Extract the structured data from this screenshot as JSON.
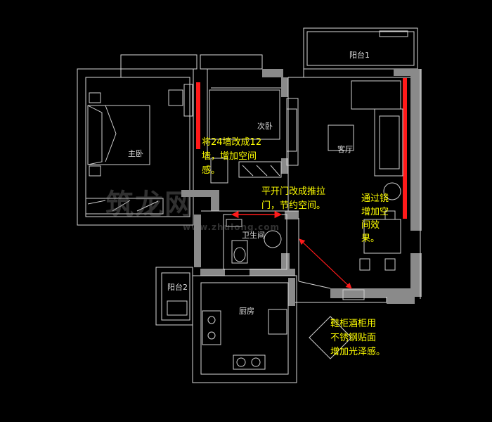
{
  "rooms": {
    "balcony1": "阳台1",
    "master_bedroom": "主卧",
    "second_bedroom": "次卧",
    "living_room": "客厅",
    "bathroom": "卫生间",
    "balcony2": "阳台2",
    "kitchen": "厨房"
  },
  "notes": {
    "wall": [
      "将24墙改成12",
      "墙，增加空间",
      "感。"
    ],
    "door": [
      "平开门改成推拉",
      "门，节约空间。"
    ],
    "mirror": [
      "通过镜",
      "增加空",
      "间效",
      "果。"
    ],
    "cabinet": [
      "鞋柜酒柜用",
      "不锈钢贴面",
      "增加光泽感。"
    ]
  },
  "watermark": {
    "logo": "筑龙网",
    "url": "www.zhulong.com"
  },
  "colors": {
    "background": "#000000",
    "wall_line": "#d8d8d8",
    "wall_fill": "#8a8a8a",
    "highlight": "#ff1a1a",
    "annotation": "#ffff00",
    "arrow": "#ff1a1a"
  }
}
